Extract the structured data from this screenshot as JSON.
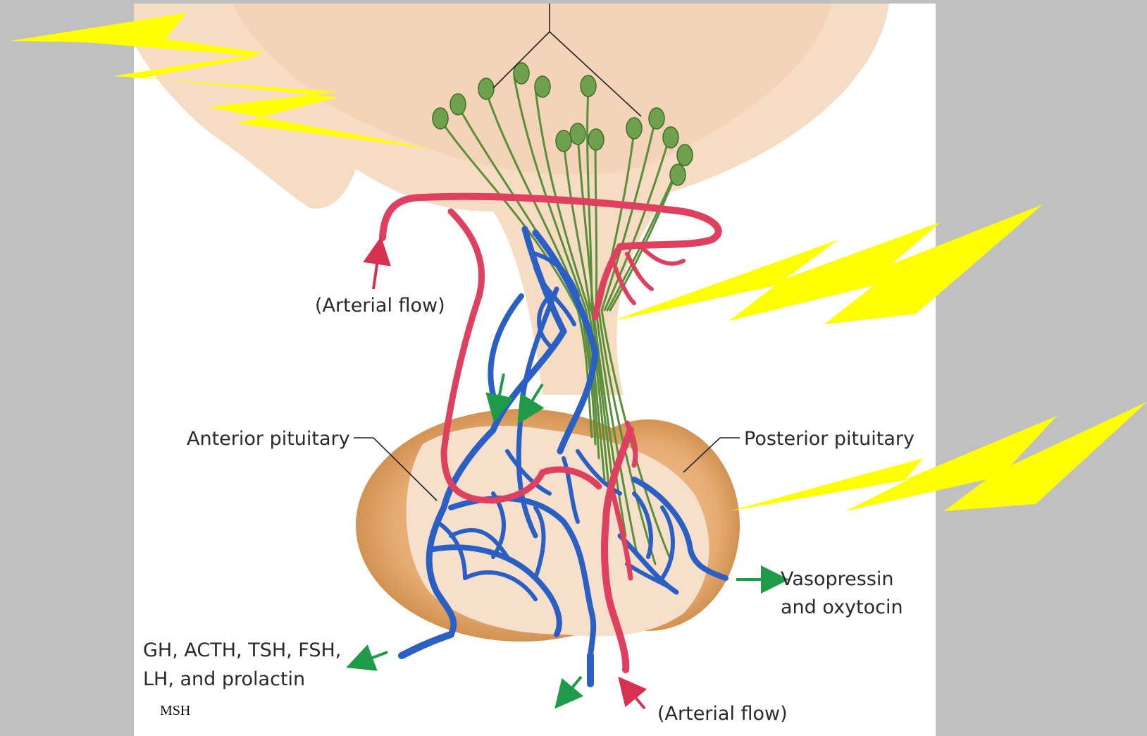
{
  "labels": {
    "arterial_flow_top": "(Arterial flow)",
    "anterior_pituitary": "Anterior pituitary",
    "posterior_pituitary": "Posterior pituitary",
    "vasopressin_line1": "Vasopressin",
    "vasopressin_line2": "and oxytocin",
    "hormones_line1": "GH, ACTH, TSH, FSH,",
    "hormones_line2": "LH, and prolactin",
    "msh": "MSH",
    "arterial_flow_bottom": "(Arterial flow)"
  },
  "colors": {
    "background": "#c0c0c0",
    "panel": "#ffffff",
    "hypothalamus": "#f7dcc4",
    "pituitary_outer": "#e0a468",
    "pituitary_inner": "#f6e0cc",
    "venous": "#2a5fc4",
    "arterial": "#e0405f",
    "neurons": "#5a8f3a",
    "flow_arrows": "#1e9a48",
    "lightning": "#ffff00"
  },
  "icons": [
    "lightning-bolt-icon",
    "flow-arrow-icon",
    "neuron-cell-icon"
  ]
}
